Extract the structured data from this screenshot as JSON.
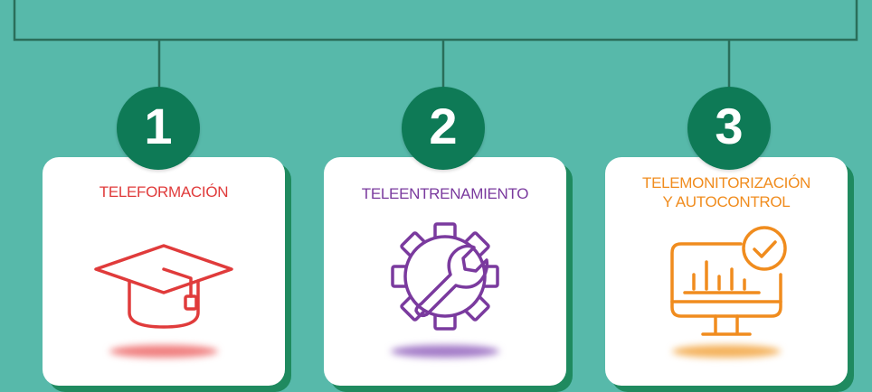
{
  "steps": [
    {
      "number": "1",
      "title_line1": "TELEFORMACIÓN",
      "title_line2": "",
      "color": "#e03b3b",
      "icon": "graduation-cap-icon"
    },
    {
      "number": "2",
      "title_line1": "TELEENTRENAMIENTO",
      "title_line2": "",
      "color": "#7a3a9e",
      "icon": "gear-wrench-icon"
    },
    {
      "number": "3",
      "title_line1": "TELEMONITORIZACIÓN",
      "title_line2": "Y AUTOCONTROL",
      "color": "#f08c1e",
      "icon": "monitor-chart-check-icon"
    }
  ],
  "colors": {
    "background": "#57b9aa",
    "badge": "#0e7a56",
    "card_shadow": "#1f8a5f",
    "bracket": "#2a6e5a"
  }
}
